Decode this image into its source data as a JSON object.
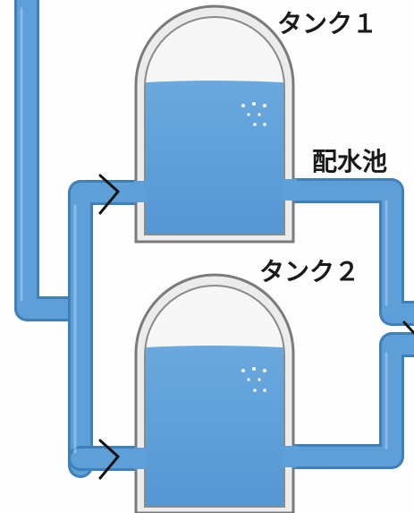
{
  "labels": {
    "tank1": "タンク１",
    "reservoir": "配水池",
    "tank2": "タンク２"
  },
  "colors": {
    "pipe_fill": "#5f9fd8",
    "pipe_edge": "#3f7fba",
    "pipe_highlight": "#9cc6ec",
    "water": "#5fa3dc",
    "water_light": "#8cc0e8",
    "tank_outline": "#7b7b7b",
    "tank_inner": "#f2f2f2",
    "arrow": "#111111",
    "background": "#fefefe"
  },
  "icons": [
    "flow-arrow-icon"
  ]
}
